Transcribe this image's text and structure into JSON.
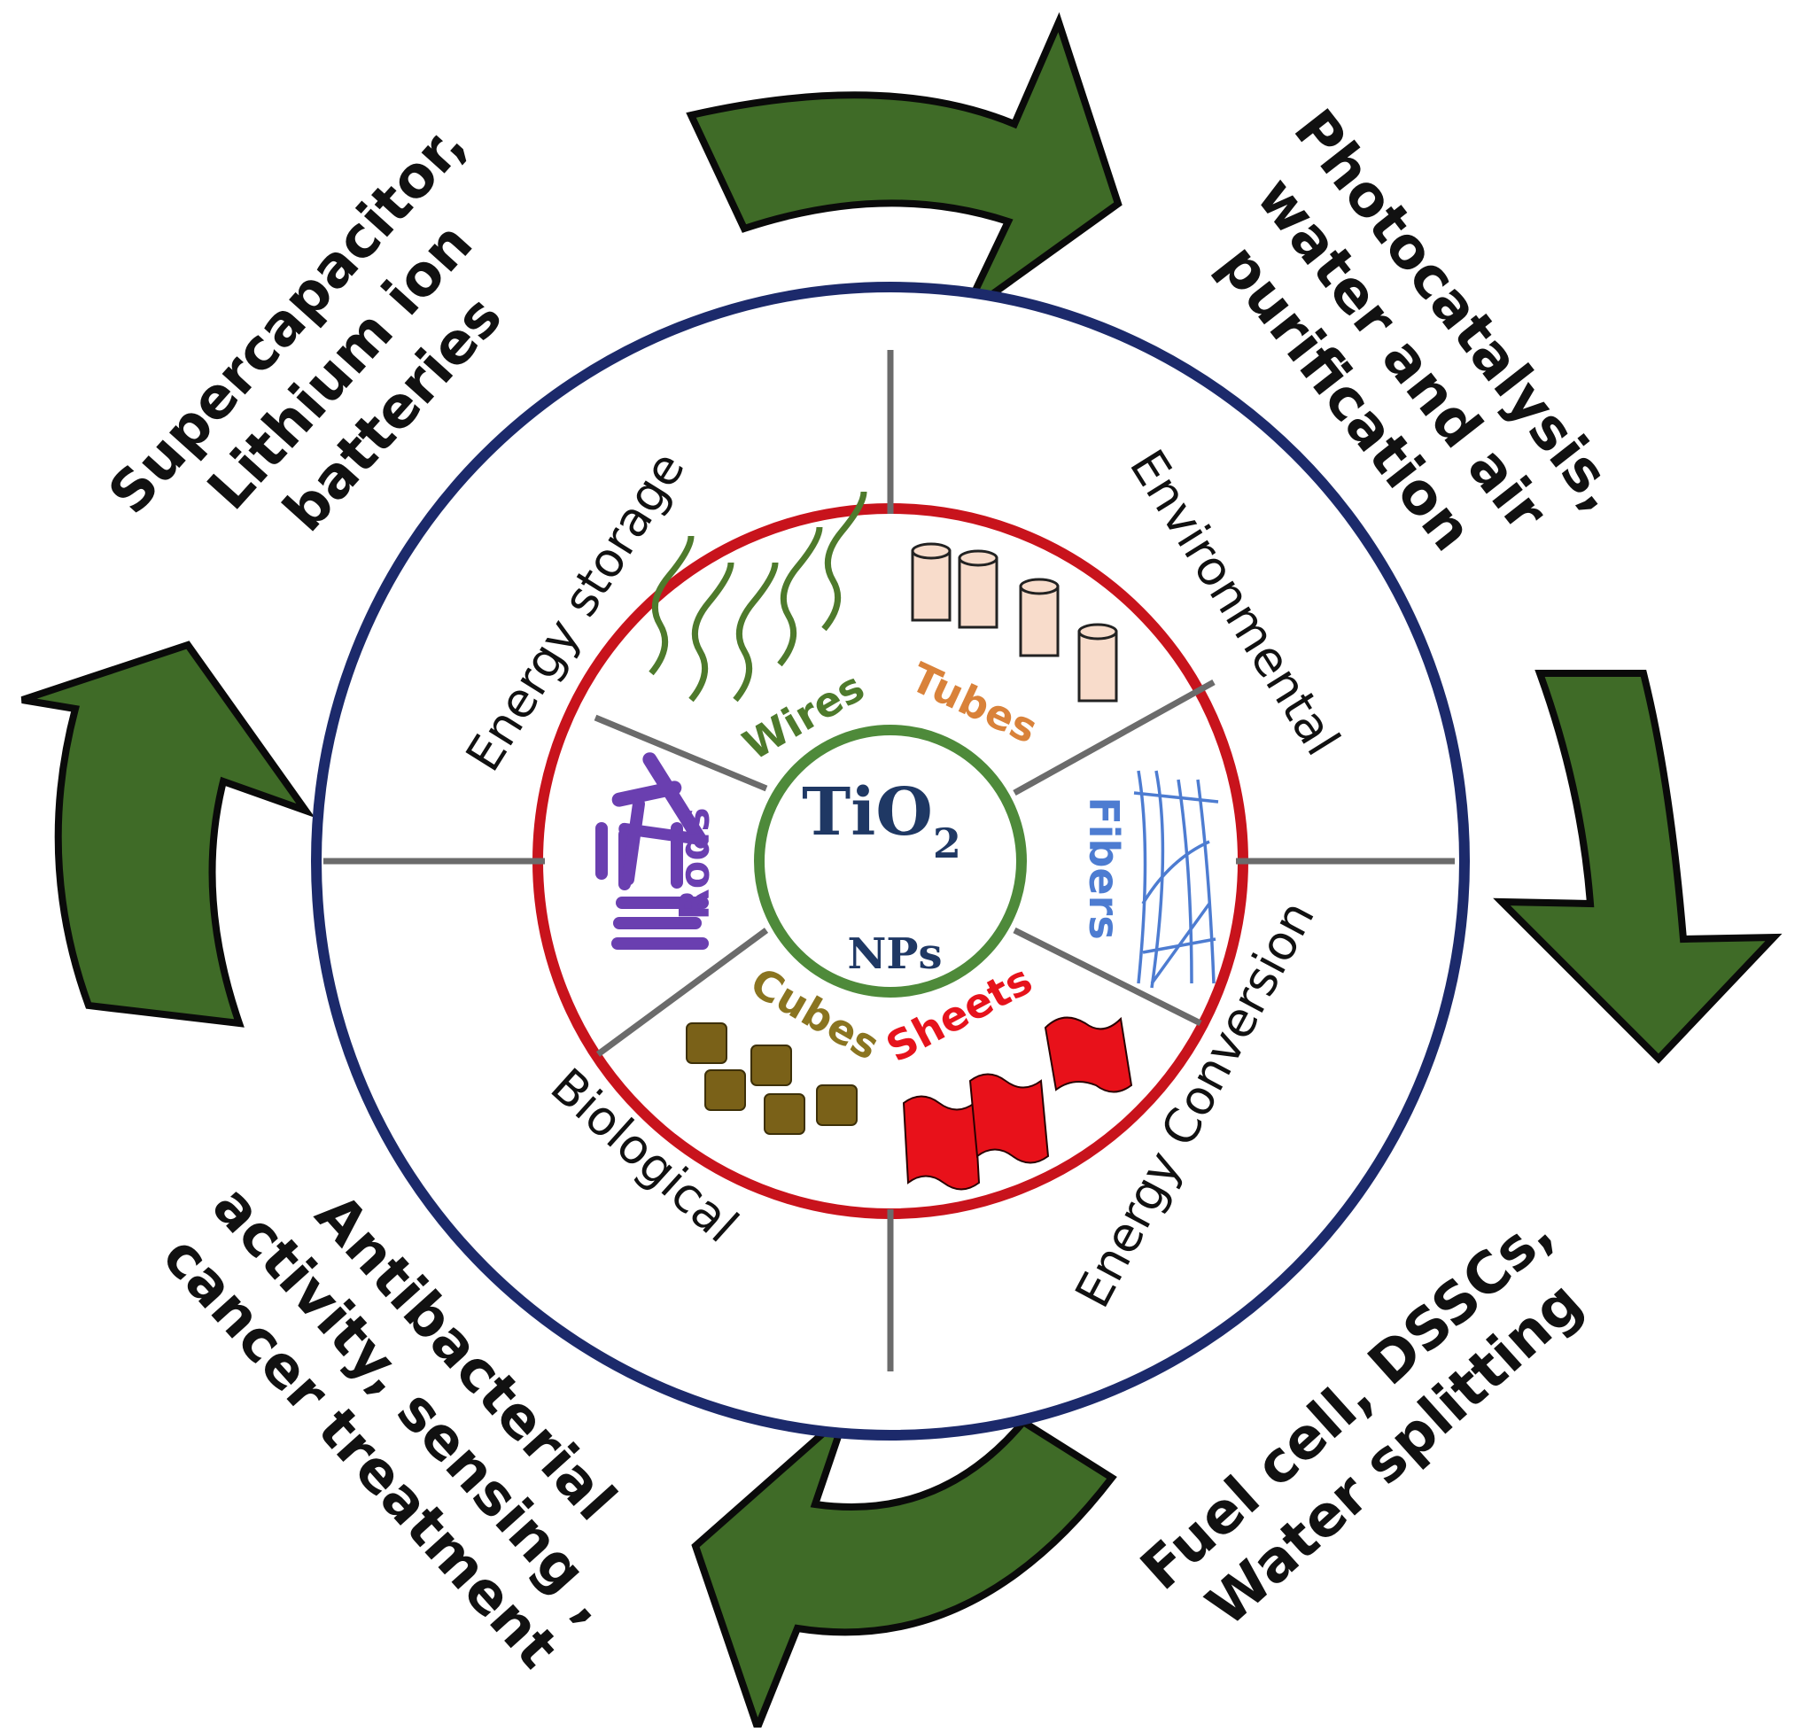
{
  "colors": {
    "arrow_fill": "#3f6b27",
    "arrow_stroke": "#0a0a0a",
    "outer_ring": "#1c2a6b",
    "middle_ring": "#c8131c",
    "inner_ring": "#4e8a3a",
    "spokes": "#6b6b6b",
    "center_text": "#1f3864",
    "wires": "#4e7a2c",
    "tubes": "#d9823a",
    "fibers": "#4d7cd1",
    "sheets": "#e6131c",
    "cubes": "#8a7420",
    "rods": "#6a3fb0"
  },
  "center": {
    "formula_main": "TiO",
    "formula_sub": "2",
    "label": "NPs"
  },
  "outer_labels": {
    "top_left": [
      "Supercapacitor,",
      "Lithium ion",
      "batteries"
    ],
    "top_right": [
      "Photocatalysis,",
      "water and air",
      "purification"
    ],
    "bottom_right": [
      "Fuel cell, DSSCs,",
      "Water splitting"
    ],
    "bottom_left": [
      "Antibacterial",
      "activity, sensing ,",
      "cancer treatment"
    ]
  },
  "application_sectors": {
    "energy_storage": "Energy storage",
    "environmental": "Environmental",
    "energy_conversion": "Energy Conversion",
    "biological": "Biological"
  },
  "morphologies": {
    "wires": "Wires",
    "tubes": "Tubes",
    "fibers": "Fibers",
    "sheets": "Sheets",
    "cubes": "Cubes",
    "rods": "Rods"
  },
  "arrows": [
    {
      "name": "top-arrow",
      "icon": "curved-arrow-right"
    },
    {
      "name": "right-arrow",
      "icon": "curved-arrow-down"
    },
    {
      "name": "bottom-arrow",
      "icon": "curved-arrow-left"
    },
    {
      "name": "left-arrow",
      "icon": "curved-arrow-up"
    }
  ]
}
